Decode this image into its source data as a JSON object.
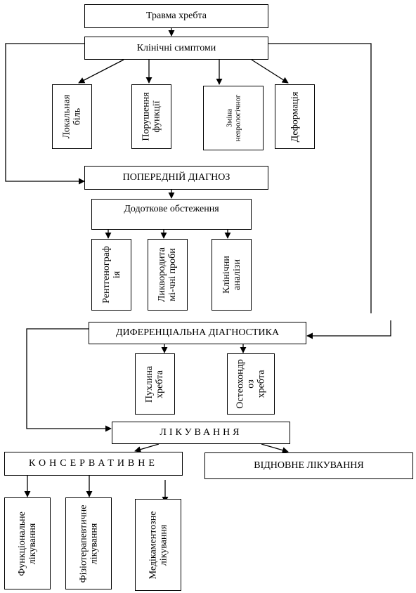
{
  "nodes": {
    "trauma": "Травма хребта",
    "symptoms": "Клінічні симптоми",
    "local_pain": [
      "Локальная",
      "біль"
    ],
    "function": [
      "Порушення",
      "функції"
    ],
    "neuro": [
      "Зміна",
      "неврологічног"
    ],
    "deformation": "Деформація",
    "prelim": "ПОПЕРЕДНІЙ ДІАГНОЗ",
    "additional": "Додоткове обстеження",
    "xray": [
      "Рентгенограф",
      "ія"
    ],
    "liquor": [
      "Ликвородита",
      "мі-чні проби"
    ],
    "clinical": [
      "Клінічни",
      "аналізи"
    ],
    "differential": "ДИФЕРЕНЦІАЛЬНА ДІАГНОСТИКА",
    "tumor": [
      "Пухлина",
      "хребта"
    ],
    "osteo": [
      "Остеохондр",
      "оз",
      "хребта"
    ],
    "treatment": "ЛІКУВАННЯ",
    "conservative": "КОНСЕРВАТИВНЕ",
    "restorative": "ВІДНОВНЕ ЛІКУВАННЯ",
    "functional": [
      "Функціональне",
      "лікування"
    ],
    "physio": [
      "Фізіотерапевтичне",
      "лікування"
    ],
    "medication": [
      "Медікаментозне",
      "лікування"
    ]
  }
}
